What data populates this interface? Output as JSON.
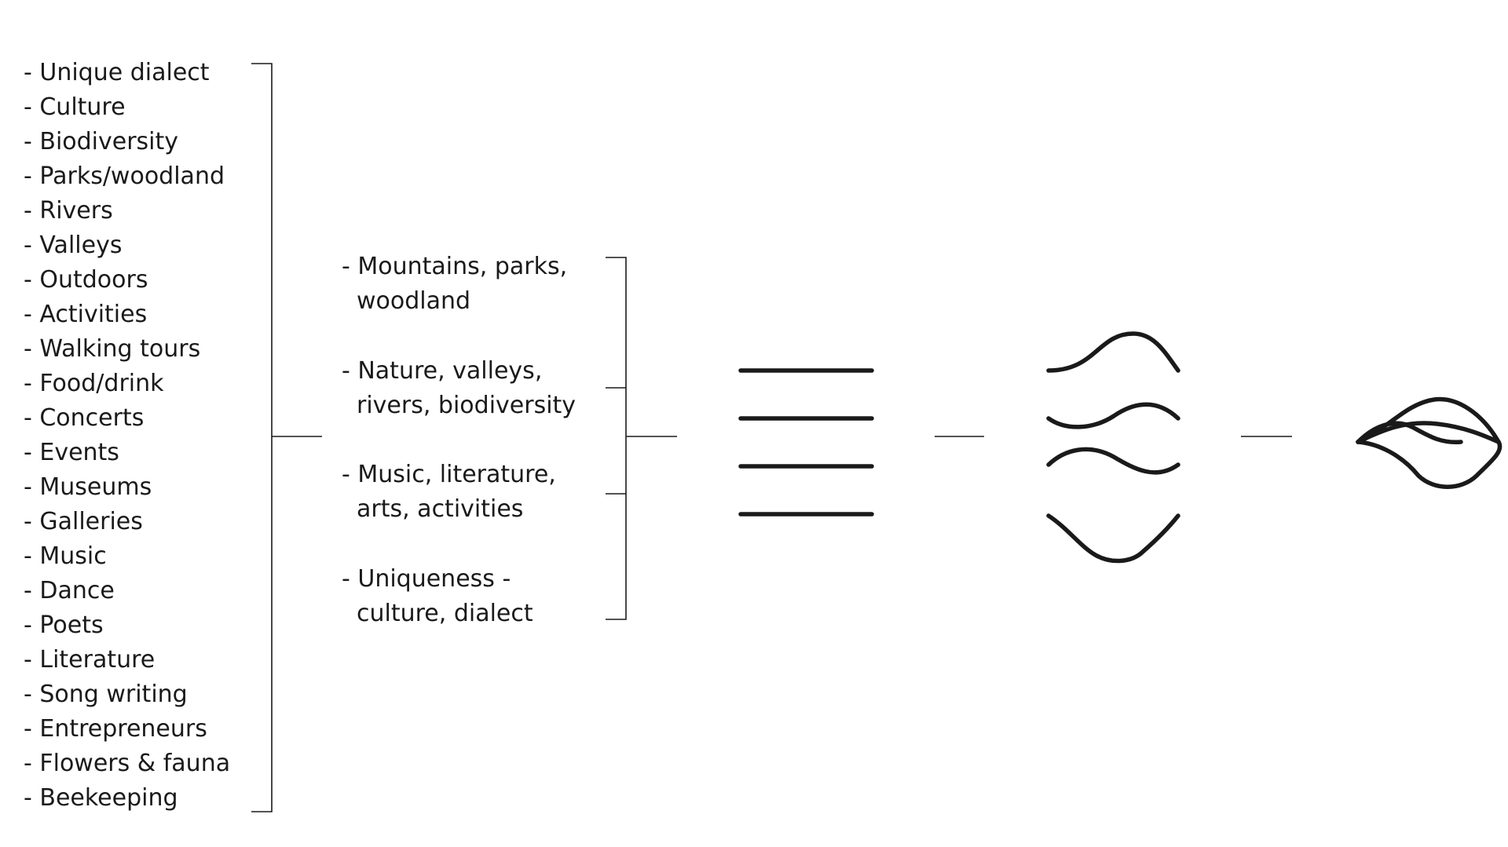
{
  "attributes": {
    "items": [
      "- Unique dialect",
      "- Culture",
      "- Biodiversity",
      "- Parks/woodland",
      "- Rivers",
      "- Valleys",
      "- Outdoors",
      "- Activities",
      "- Walking tours",
      "- Food/drink",
      "- Concerts",
      "- Events",
      "- Museums",
      "- Galleries",
      "- Music",
      "- Dance",
      "- Poets",
      "- Literature",
      "- Song writing",
      "- Entrepreneurs",
      "- Flowers & fauna",
      "- Beekeeping"
    ]
  },
  "themes": {
    "groups": [
      {
        "line1": "- Mountains, parks,",
        "line2": "woodland"
      },
      {
        "line1": "- Nature, valleys,",
        "line2": "rivers, biodiversity"
      },
      {
        "line1": "- Music, literature,",
        "line2": "arts, activities"
      },
      {
        "line1": "- Uniqueness -",
        "line2": "culture, dialect"
      }
    ]
  },
  "icons": {
    "straight": "four-straight-lines-icon",
    "waves": "four-wavy-lines-icon",
    "interwoven": "interwoven-wave-logo-icon"
  },
  "colors": {
    "ink": "#1a1a1a",
    "background": "#ffffff"
  }
}
